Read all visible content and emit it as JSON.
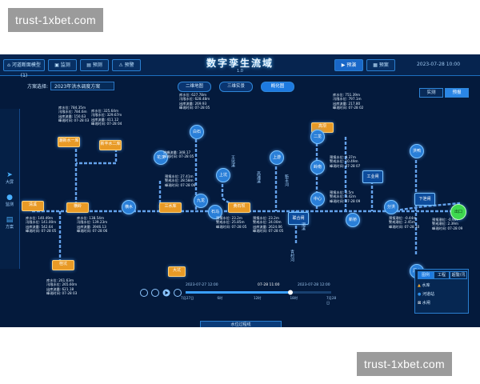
{
  "watermarks": {
    "top": "trust-1xbet.com",
    "bottom": "trust-1xbet.com"
  },
  "header": {
    "title": "数字孪生流域",
    "subtitle": "1.0",
    "left_buttons": [
      {
        "label": "河道断面模型(1)",
        "icon": "home-icon"
      },
      {
        "label": "监测",
        "icon": "monitor-icon"
      },
      {
        "label": "预测",
        "icon": "forecast-icon"
      },
      {
        "label": "预警",
        "icon": "alarm-icon"
      }
    ],
    "right_buttons": [
      {
        "label": "预演",
        "icon": "rehearsal-icon",
        "active": true
      },
      {
        "label": "预案",
        "icon": "plan-icon",
        "active": false
      }
    ],
    "right_info": "2023-07-28 10:00"
  },
  "plan_selector": {
    "label": "方案选择:",
    "value": "2023年洪水调度方案"
  },
  "view_tabs": [
    {
      "label": "二维地图",
      "active": false
    },
    {
      "label": "三维实景",
      "active": false
    },
    {
      "label": "概化图",
      "active": true
    }
  ],
  "mode_tabs": [
    {
      "label": "实测",
      "active": false
    },
    {
      "label": "预报",
      "active": true
    }
  ],
  "left_nav": [
    {
      "label": "大屏",
      "icon": "send-icon"
    },
    {
      "label": "监测",
      "icon": "drop-icon"
    },
    {
      "label": "方案",
      "icon": "doc-icon"
    }
  ],
  "stations": [
    {
      "id": "s1",
      "name": "清溪",
      "type": "reservoir"
    },
    {
      "id": "s2",
      "name": "潮新水一库",
      "type": "reservoir"
    },
    {
      "id": "s3",
      "name": "新丰水二库",
      "type": "reservoir"
    },
    {
      "id": "s4",
      "name": "横岭",
      "type": "reservoir"
    },
    {
      "id": "s5",
      "name": "三水库",
      "type": "reservoir"
    },
    {
      "id": "s6",
      "name": "黄石坝",
      "type": "reservoir"
    },
    {
      "id": "s7",
      "name": "高坝",
      "type": "reservoir"
    },
    {
      "id": "s8",
      "name": "桂坑",
      "type": "reservoir"
    },
    {
      "id": "s9",
      "name": "大坑",
      "type": "hydro"
    },
    {
      "id": "s10",
      "name": "白石",
      "type": "node"
    },
    {
      "id": "s11",
      "name": "花汉",
      "type": "node"
    },
    {
      "id": "s12",
      "name": "上坑",
      "type": "node"
    },
    {
      "id": "s13",
      "name": "横水",
      "type": "node"
    },
    {
      "id": "s14",
      "name": "九龙",
      "type": "node"
    },
    {
      "id": "s15",
      "name": "石马",
      "type": "node"
    },
    {
      "id": "s16",
      "name": "上游",
      "type": "node"
    },
    {
      "id": "s17",
      "name": "二龙",
      "type": "node"
    },
    {
      "id": "s18",
      "name": "岭南",
      "type": "node"
    },
    {
      "id": "s19",
      "name": "出口",
      "type": "exit"
    },
    {
      "id": "s20",
      "name": "联合闸",
      "type": "gate"
    },
    {
      "id": "s21",
      "name": "工业闸",
      "type": "gate"
    },
    {
      "id": "s22",
      "name": "下泄闸",
      "type": "gate"
    },
    {
      "id": "s23",
      "name": "分洪",
      "type": "node"
    },
    {
      "id": "s24",
      "name": "深库",
      "type": "node"
    },
    {
      "id": "s25",
      "name": "中心",
      "type": "node"
    },
    {
      "id": "s26",
      "name": "新桥",
      "type": "node"
    },
    {
      "id": "s27",
      "name": "洪鸭",
      "type": "node"
    }
  ],
  "info_blocks": [
    {
      "id": "i1",
      "lines": [
        "库水位: 784.35m",
        "汛限水位: 784.6m",
        "出库流量: 150.63",
        "峰现时间: 07-28 03"
      ]
    },
    {
      "id": "i2",
      "lines": [
        "库水位: 325.64m",
        "汛限水位: 329.67m",
        "出库流量: 411.12",
        "峰现时间: 07-28 04"
      ]
    },
    {
      "id": "i3",
      "lines": [
        "库水位: 627.78m",
        "汛限水位: 628.48m",
        "出库流量: 269.93",
        "峰现时间: 07-28 05"
      ]
    },
    {
      "id": "i4",
      "lines": [
        "库水位: 751.39m",
        "汛限水位: 797.1m",
        "出库流量: 217.80",
        "峰现时间: 07-28 02"
      ]
    },
    {
      "id": "i5",
      "lines": [
        "库水位: 140.49m",
        "汛限水位: 141.00m",
        "出库流量: 542.64",
        "峰现时间: 07-28 05"
      ]
    },
    {
      "id": "i6",
      "lines": [
        "库水位: 138.54m",
        "汛限水位: 139.23m",
        "出库流量: 3946.13",
        "峰现时间: 07-28 06"
      ]
    },
    {
      "id": "i7",
      "lines": [
        "库水位: 261.63m",
        "汛限水位: 265.60m",
        "出库流量: 621.18",
        "峰现时间: 07-28 03"
      ]
    },
    {
      "id": "i8",
      "lines": [
        "洪峰流量: 348.17",
        "峰现时间: 07-28 05"
      ]
    },
    {
      "id": "i9",
      "lines": [
        "预报水位: 27.41m",
        "警戒水位: 28.58m",
        "峰现时间: 07-28 06"
      ]
    },
    {
      "id": "i10",
      "lines": [
        "预报水位: 23.2m",
        "警戒水位: 25.85m",
        "峰现时间: 07-28 05"
      ]
    },
    {
      "id": "i11",
      "lines": [
        "预报水位: 23.2m",
        "警戒水位: 24.00m",
        "出库流量: 2624.06",
        "峰现时间: 07-28 05"
      ]
    },
    {
      "id": "i12",
      "lines": [
        "预报水位: 9.37m",
        "警戒水位: 10.49m",
        "峰现时间: 07-28 07"
      ]
    },
    {
      "id": "i13",
      "lines": [
        "预报水位: 2.5m",
        "警戒水位: 3.42m",
        "峰现时间: 07-28 09"
      ]
    },
    {
      "id": "i14",
      "lines": [
        "预报潮位: -0.44m",
        "警戒潮位: 2.45m",
        "峰现时间: 07-28 10"
      ]
    },
    {
      "id": "i15",
      "lines": [
        "预报潮位: -0.9m",
        "警戒潮位: 2.39m",
        "峰现时间: 07-28 09"
      ]
    }
  ],
  "river_labels": [
    "王坑溪",
    "新丰河",
    "潮溪",
    "青村河",
    "高滩溪"
  ],
  "timeline": {
    "start_label": "2023-07-27 12:00",
    "current_label": "07-28 11:00",
    "end_label": "2023-07-28 12:00",
    "ticks": [
      "7月27日",
      "6时",
      "12时",
      "18时",
      "7月28日"
    ],
    "progress": 0.72
  },
  "bottom_tab": "水位过程线",
  "legend": {
    "tabs": [
      {
        "label": "图例",
        "active": true
      },
      {
        "label": "工程",
        "active": false
      },
      {
        "label": "超警/汛",
        "active": false
      }
    ],
    "rows": [
      {
        "label": "水库",
        "icon": "reservoir-icon"
      },
      {
        "label": "河道站",
        "icon": "station-icon"
      },
      {
        "label": "水闸",
        "icon": "gate-icon"
      }
    ]
  },
  "colors": {
    "bg": "#041a3c",
    "river": "#7ab8ff",
    "reservoir": "#f0a830",
    "node": "#2f8fe8",
    "exit": "#3ed84f",
    "accent": "#1d7ae0"
  }
}
